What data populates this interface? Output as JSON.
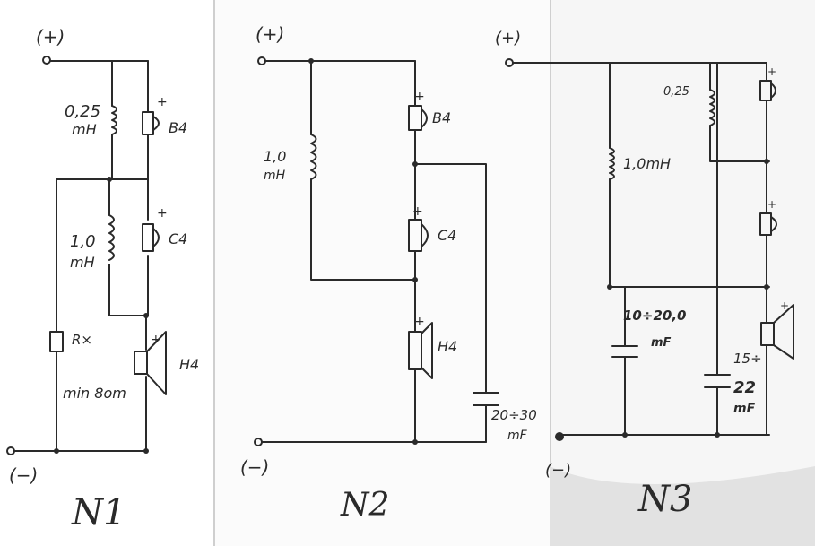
{
  "schemes": [
    {
      "title": "N1",
      "terminals": {
        "positive": "(+)",
        "negative": "(−)"
      },
      "components": [
        {
          "id": "L1",
          "label_line1": "0,25",
          "label_line2": "mH"
        },
        {
          "id": "S1",
          "label": "B4",
          "polarity": "+"
        },
        {
          "id": "L2",
          "label_line1": "1,0",
          "label_line2": "mH"
        },
        {
          "id": "S2",
          "label": "C4",
          "polarity": "+"
        },
        {
          "id": "R1",
          "label": "R×",
          "note": "min 8om"
        },
        {
          "id": "S3",
          "label": "H4",
          "polarity": "+"
        }
      ]
    },
    {
      "title": "N2",
      "terminals": {
        "positive": "(+)",
        "negative": "(−)"
      },
      "components": [
        {
          "id": "L1",
          "label_line1": "1,0",
          "label_line2": "mH"
        },
        {
          "id": "S1",
          "label": "B4",
          "polarity": "+"
        },
        {
          "id": "S2",
          "label": "C4",
          "polarity": "+"
        },
        {
          "id": "S3",
          "label": "H4",
          "polarity": "+"
        },
        {
          "id": "C1",
          "label_line1": "20÷30",
          "label_line2": "mF"
        }
      ]
    },
    {
      "title": "N3",
      "terminals": {
        "positive": "(+)",
        "negative": "(−)"
      },
      "components": [
        {
          "id": "L1",
          "label": "0,25"
        },
        {
          "id": "L2",
          "label": "1,0mH"
        },
        {
          "id": "S1",
          "polarity": "+"
        },
        {
          "id": "S2",
          "polarity": "+"
        },
        {
          "id": "S3",
          "polarity": "+"
        },
        {
          "id": "C1",
          "label_line1": "10÷20,0",
          "label_line2": "mF"
        },
        {
          "id": "C2",
          "label_line1": "15÷",
          "label_line2": "22",
          "label_line3": "mF"
        }
      ]
    }
  ],
  "colors": {
    "ink": "#2a2a2a",
    "paper": "#ffffff",
    "background": "#d9d9d9"
  }
}
